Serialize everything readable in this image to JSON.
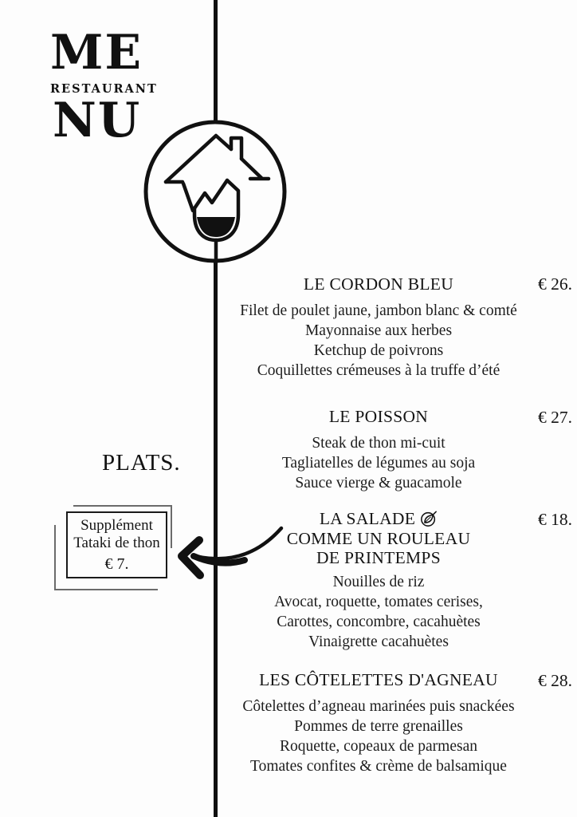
{
  "page": {
    "background": "#fdfdfd",
    "ink": "#161616"
  },
  "logo": {
    "word_top": "ME",
    "subtitle": "RESTAURANT",
    "word_bottom": "NU"
  },
  "icons": {
    "emblem": "house-wine-glass-logo",
    "salade_badge": "vegan-leaf-icon",
    "arrow": "curved-arrow-left"
  },
  "section_heading": "PLATS.",
  "supplement_box": {
    "line1": "Supplément",
    "line2": "Tataki de thon",
    "price": "€ 7."
  },
  "items": [
    {
      "title": "LE CORDON BLEU",
      "price": "€ 26.",
      "lines": [
        "Filet de poulet jaune, jambon blanc & comté",
        "Mayonnaise aux herbes",
        "Ketchup de poivrons",
        "Coquillettes crémeuses à la truffe d’été"
      ]
    },
    {
      "title": "LE POISSON",
      "price": "€ 27.",
      "lines": [
        "Steak de thon mi-cuit",
        "Tagliatelles de légumes au soja",
        "Sauce vierge & guacamole"
      ]
    },
    {
      "title_lines": [
        "LA SALADE",
        "COMME UN ROULEAU",
        "DE PRINTEMPS"
      ],
      "price": "€ 18.",
      "lines": [
        "Nouilles de riz",
        "Avocat, roquette, tomates cerises,",
        "Carottes, concombre, cacahuètes",
        "Vinaigrette cacahuètes"
      ]
    },
    {
      "title": "LES CÔTELETTES D'AGNEAU",
      "price": "€ 28.",
      "lines": [
        "Côtelettes d’agneau marinées puis snackées",
        "Pommes de terre grenailles",
        "Roquette, copeaux de parmesan",
        "Tomates confites & crème de balsamique"
      ]
    }
  ]
}
